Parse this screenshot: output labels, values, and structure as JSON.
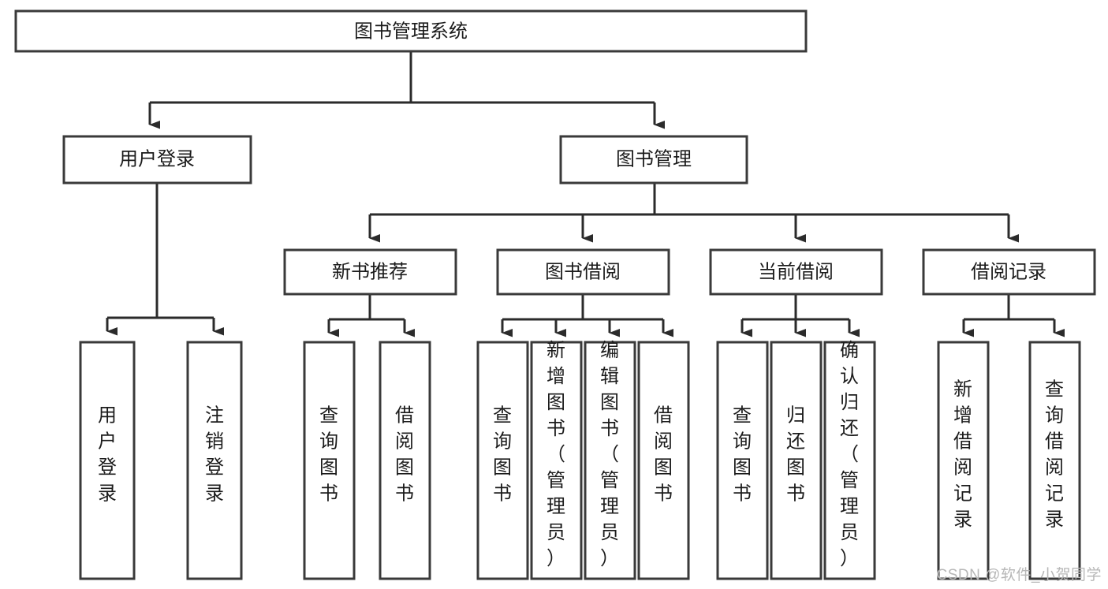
{
  "diagram": {
    "type": "tree",
    "title": "图书管理系统",
    "orientation": "top-down",
    "levels": 4,
    "colors": {
      "box_stroke": "#3a3a3a",
      "box_fill": "#ffffff",
      "connector": "#2b2b2b",
      "text": "#1b1b1b",
      "watermark": "#b7b7b7",
      "background": "#ffffff"
    },
    "nodes": {
      "root": {
        "label": "图书管理系统",
        "orientation": "horizontal"
      },
      "level2": [
        {
          "id": "user-login",
          "label": "用户登录",
          "orientation": "horizontal"
        },
        {
          "id": "book-management",
          "label": "图书管理",
          "orientation": "horizontal"
        }
      ],
      "level3": [
        {
          "id": "new-book-recommend",
          "label": "新书推荐",
          "orientation": "horizontal",
          "parent": "book-management"
        },
        {
          "id": "book-borrow",
          "label": "图书借阅",
          "orientation": "horizontal",
          "parent": "book-management"
        },
        {
          "id": "current-borrow",
          "label": "当前借阅",
          "orientation": "horizontal",
          "parent": "book-management"
        },
        {
          "id": "borrow-record",
          "label": "借阅记录",
          "orientation": "horizontal",
          "parent": "book-management"
        }
      ],
      "leaves": [
        {
          "id": "leaf-user-login",
          "label": "用户登录",
          "orientation": "vertical",
          "parent": "user-login"
        },
        {
          "id": "leaf-logout",
          "label": "注销登录",
          "orientation": "vertical",
          "parent": "user-login"
        },
        {
          "id": "leaf-query-book-1",
          "label": "查询图书",
          "orientation": "vertical",
          "parent": "new-book-recommend"
        },
        {
          "id": "leaf-borrow-book-1",
          "label": "借阅图书",
          "orientation": "vertical",
          "parent": "new-book-recommend"
        },
        {
          "id": "leaf-query-book-2",
          "label": "查询图书",
          "orientation": "vertical",
          "parent": "book-borrow"
        },
        {
          "id": "leaf-add-book",
          "label": "新增图书（管理员）",
          "orientation": "vertical",
          "parent": "book-borrow"
        },
        {
          "id": "leaf-edit-book",
          "label": "编辑图书（管理员）",
          "orientation": "vertical",
          "parent": "book-borrow"
        },
        {
          "id": "leaf-borrow-book-2",
          "label": "借阅图书",
          "orientation": "vertical",
          "parent": "book-borrow"
        },
        {
          "id": "leaf-query-book-3",
          "label": "查询图书",
          "orientation": "vertical",
          "parent": "current-borrow"
        },
        {
          "id": "leaf-return-book",
          "label": "归还图书",
          "orientation": "vertical",
          "parent": "current-borrow"
        },
        {
          "id": "leaf-confirm-return",
          "label": "确认归还（管理员）",
          "orientation": "vertical",
          "parent": "current-borrow"
        },
        {
          "id": "leaf-add-record",
          "label": "新增借阅记录",
          "orientation": "vertical",
          "parent": "borrow-record"
        },
        {
          "id": "leaf-query-record",
          "label": "查询借阅记录",
          "orientation": "vertical",
          "parent": "borrow-record"
        }
      ]
    }
  },
  "watermark": {
    "text": "CSDN @软件_小贺同学"
  }
}
